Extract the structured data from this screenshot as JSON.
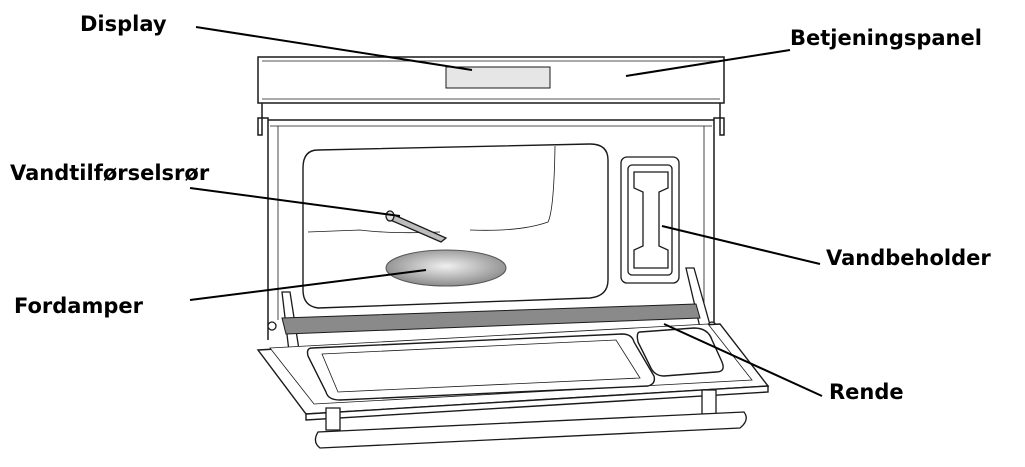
{
  "diagram": {
    "labels": {
      "display": "Display",
      "control_panel": "Betjeningspanel",
      "water_pipe": "Vandtilførselsrør",
      "water_tank": "Vandbeholder",
      "evaporator": "Fordamper",
      "gutter": "Rende"
    }
  },
  "colors": {
    "outline": "#1a1a1a",
    "leader": "#000000",
    "gutter": "#8a8a8a",
    "evaporator_center": "#eeeeee",
    "evaporator_edge": "#8c8c8c",
    "display_window": "#e6e6e6"
  }
}
